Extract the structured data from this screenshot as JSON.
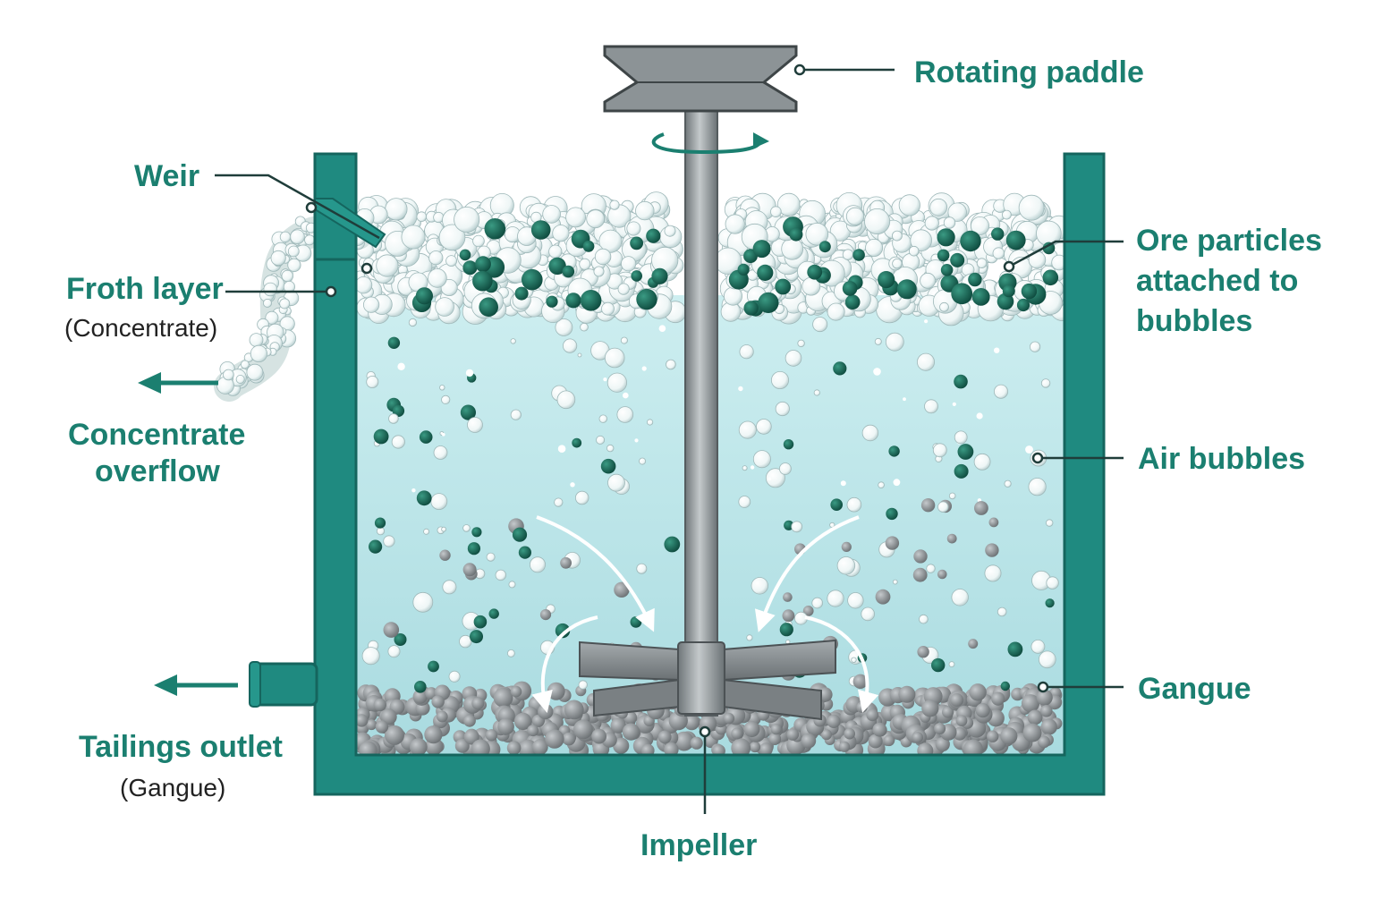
{
  "labels": {
    "rotating_paddle": "Rotating paddle",
    "weir": "Weir",
    "froth_layer": "Froth layer",
    "froth_layer_sub": "(Concentrate)",
    "concentrate_overflow_1": "Concentrate",
    "concentrate_overflow_2": "overflow",
    "ore_particles_1": "Ore particles",
    "ore_particles_2": "attached to",
    "ore_particles_3": "bubbles",
    "air_bubbles": "Air bubbles",
    "gangue": "Gangue",
    "tailings_outlet": "Tailings outlet",
    "tailings_outlet_sub": "(Gangue)",
    "impeller": "Impeller"
  },
  "colors": {
    "tank": "#1f8a80",
    "tank_dark": "#15655e",
    "liquid": "#bfe6e8",
    "ore": "#145f4f",
    "gangue": "#8a8f93",
    "shaft": "#8e9497",
    "label": "#1b7f70",
    "arrow": "#1b7f70"
  }
}
